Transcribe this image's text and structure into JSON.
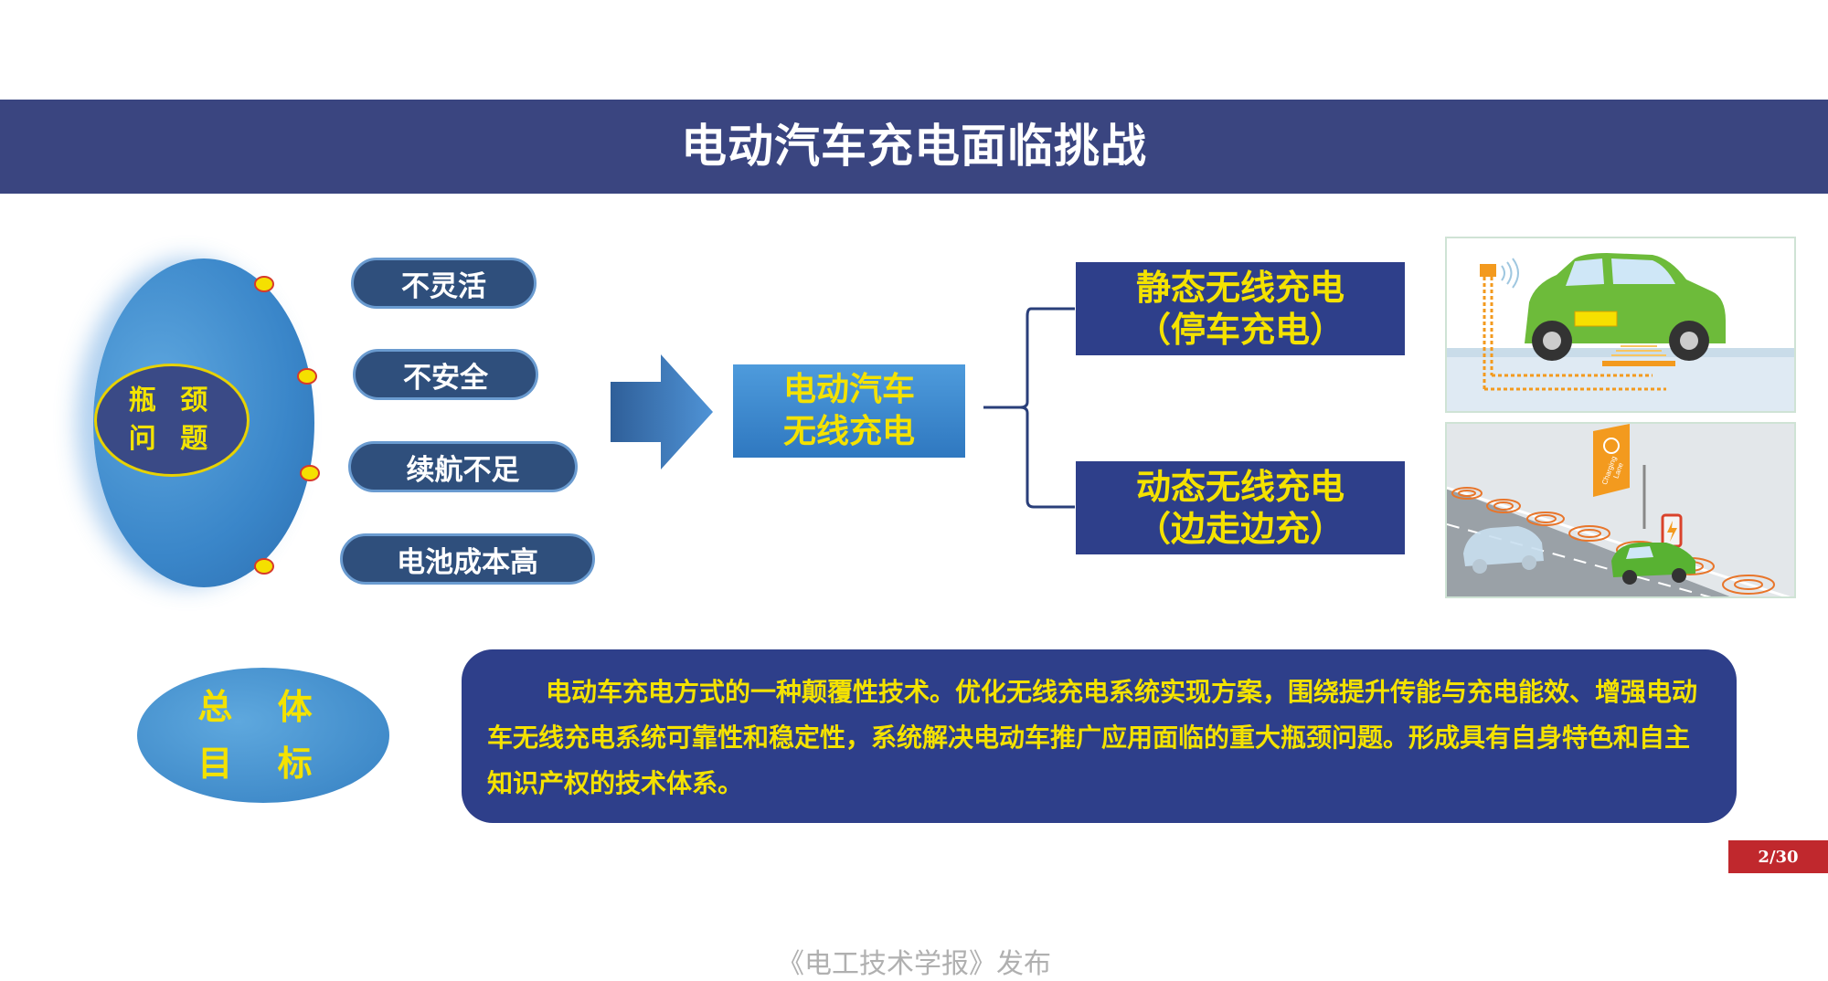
{
  "slide": {
    "title": "电动汽车充电面临挑战",
    "bottleneck": {
      "line1": "瓶 颈",
      "line2": "问 题"
    },
    "problems": [
      "不灵活",
      "不安全",
      "续航不足",
      "电池成本高"
    ],
    "center": {
      "line1": "电动汽车",
      "line2": "无线充电"
    },
    "modes": [
      {
        "line1": "静态无线充电",
        "line2": "（停车充电）"
      },
      {
        "line1": "动态无线充电",
        "line2": "（边走边充）"
      }
    ],
    "lane_sign": {
      "line1": "Charging",
      "line2": "Lane"
    },
    "goal": {
      "line1": "总 体",
      "line2": "目 标"
    },
    "description": "电动车充电方式的一种颠覆性技术。优化无线充电系统实现方案，围绕提升传能与充电能效、增强电动车无线充电系统可靠性和稳定性，系统解决电动车推广应用面临的重大瓶颈问题。形成具有自身特色和自主知识产权的技术体系。",
    "page_number": "2/30",
    "footer": "《电工技术学报》发布"
  },
  "colors": {
    "banner": "#3a4580",
    "accent_yellow": "#f4e200",
    "page_badge": "#c0282d"
  }
}
